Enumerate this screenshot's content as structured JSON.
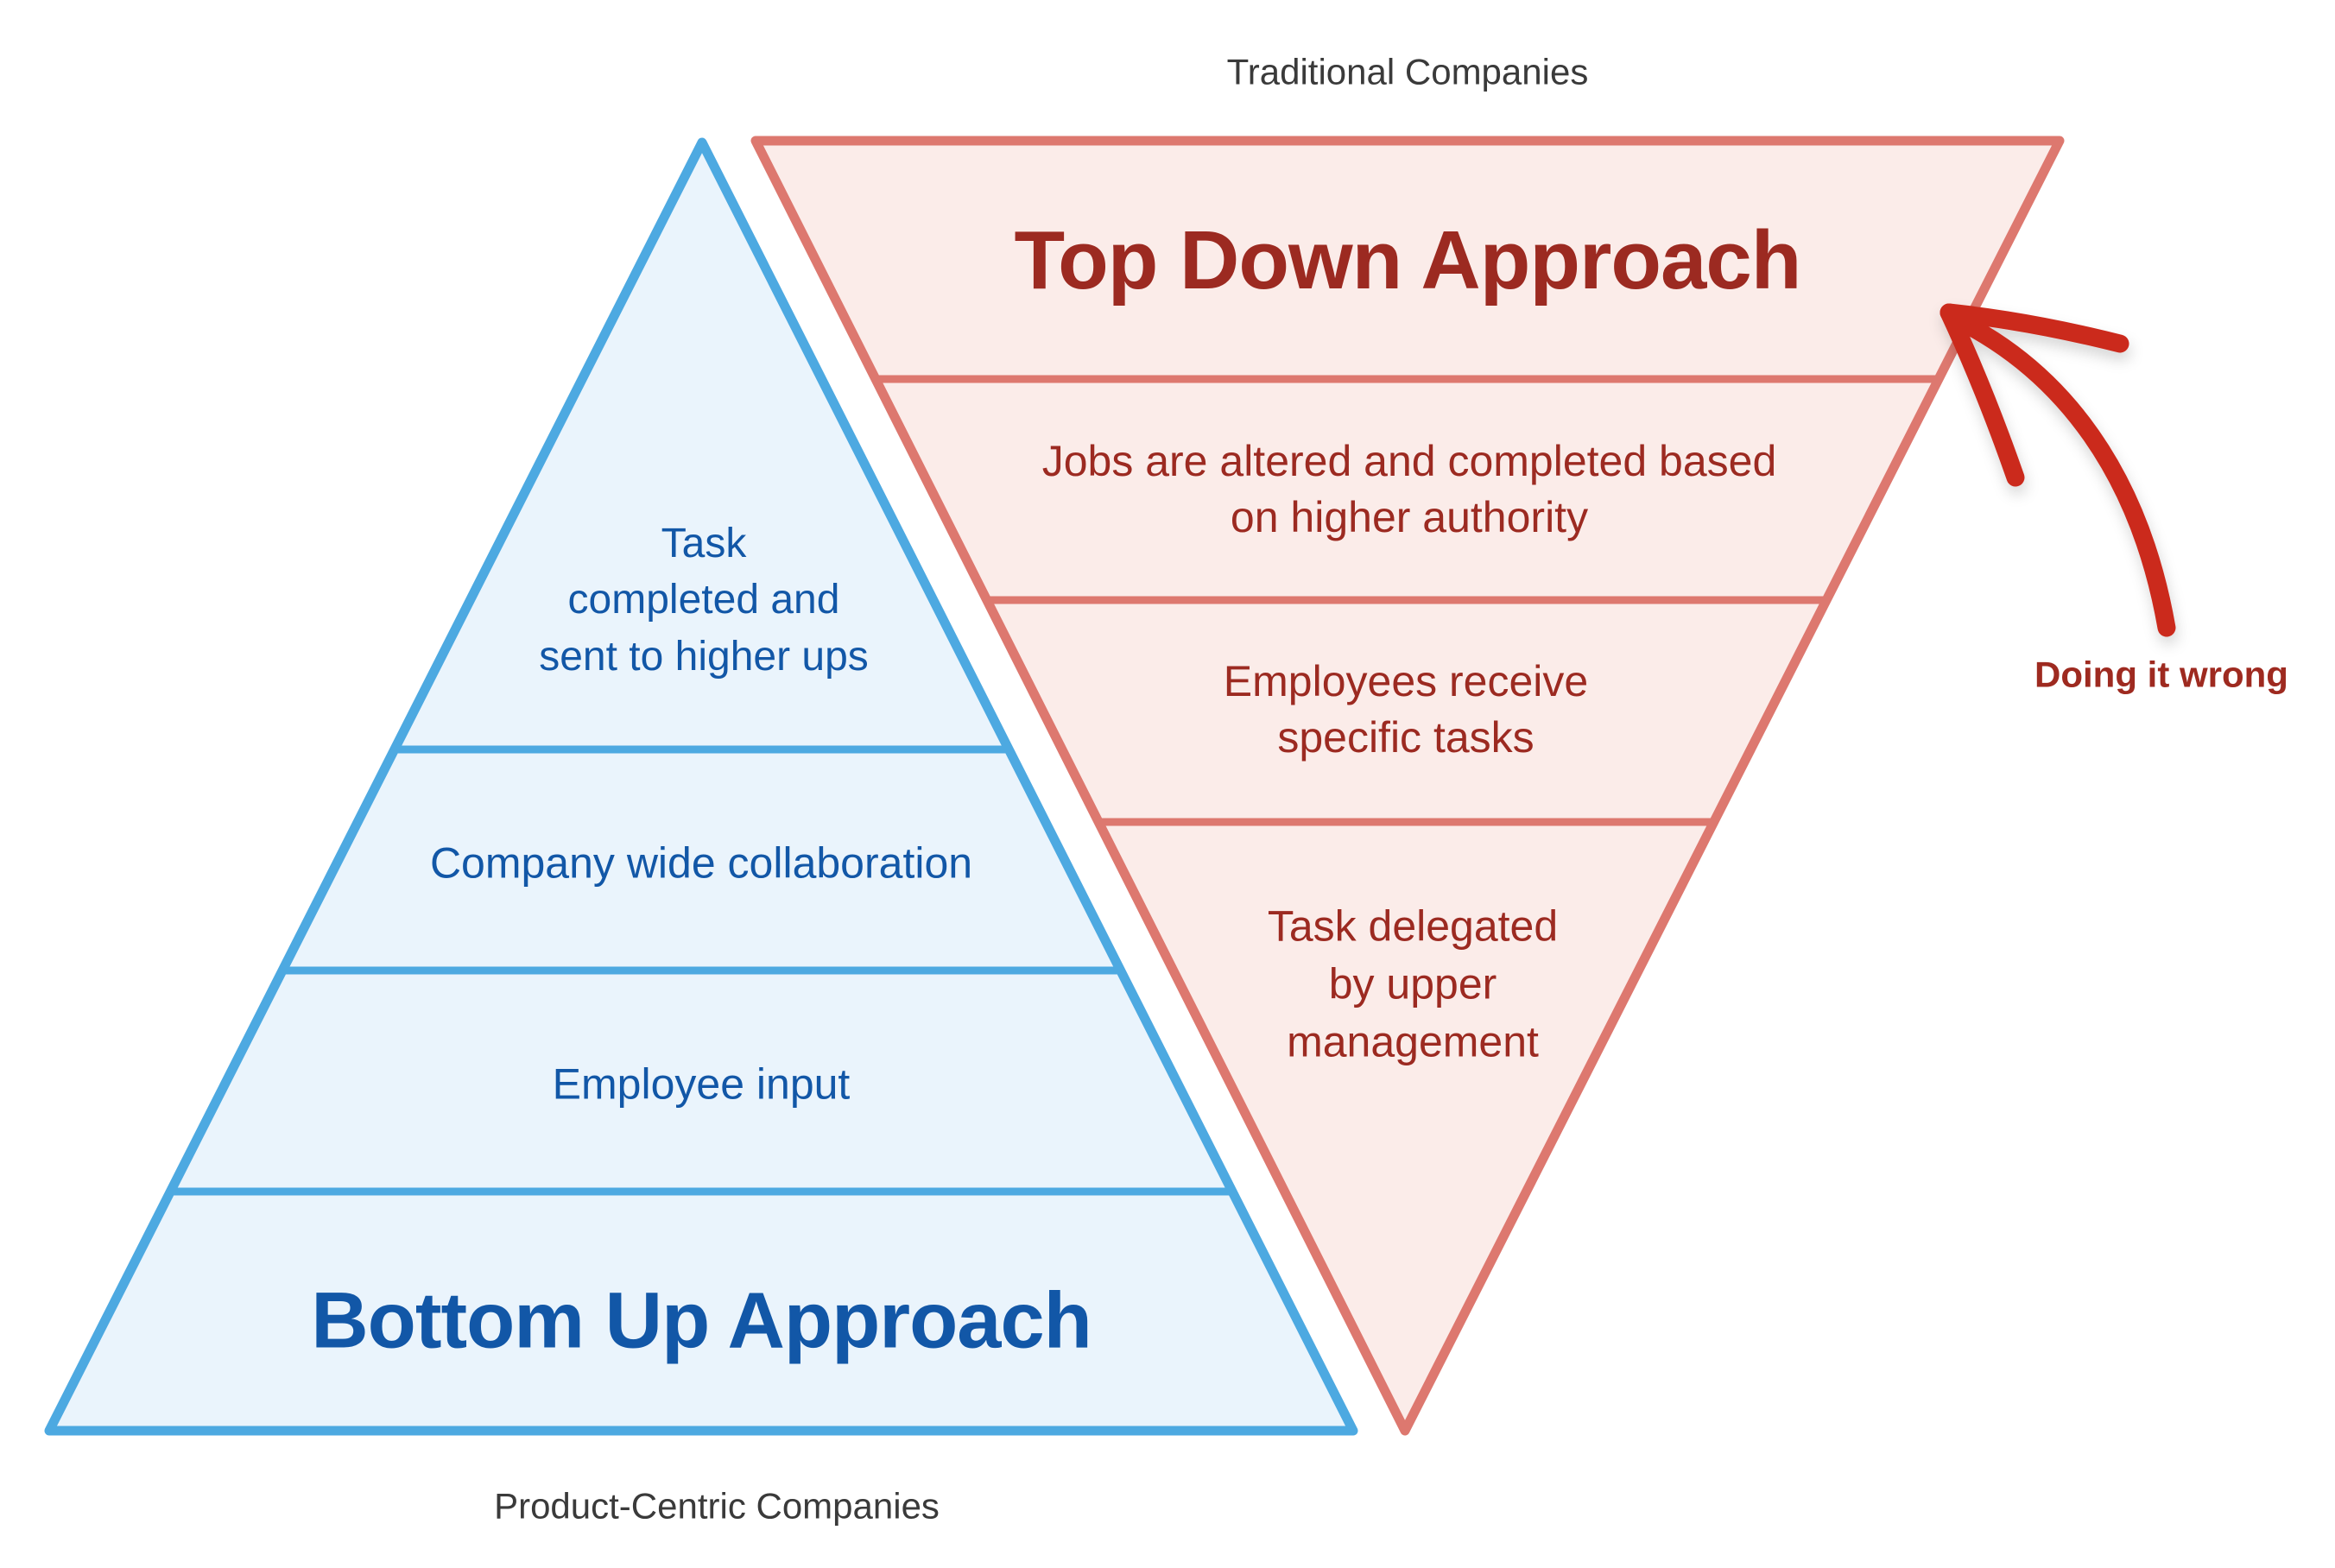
{
  "canvas": {
    "background": "#ffffff"
  },
  "colors": {
    "blue_stroke": "#4DA9E1",
    "blue_fill": "#EAF4FC",
    "blue_text": "#1257A7",
    "red_stroke": "#DD786F",
    "red_fill": "#FBECE9",
    "red_text": "#9C2A21",
    "arrow_red": "#CB2A1E",
    "label_gray": "#3A3A3A"
  },
  "top_label": {
    "text": "Traditional Companies"
  },
  "bottom_label": {
    "text": "Product-Centric Companies"
  },
  "annotation": {
    "text": "Doing it wrong"
  },
  "top_down_pyramid": {
    "type": "inverted-pyramid",
    "title": "Top Down Approach",
    "levels": [
      {
        "lines": [
          "Top Down Approach"
        ]
      },
      {
        "lines": [
          "Jobs are altered and completed based",
          "on higher authority"
        ]
      },
      {
        "lines": [
          "Employees receive",
          "specific tasks"
        ]
      },
      {
        "lines": [
          "Task delegated",
          "by upper",
          "management"
        ]
      }
    ]
  },
  "bottom_up_pyramid": {
    "type": "pyramid",
    "title": "Bottom Up Approach",
    "levels": [
      {
        "lines": [
          "Task",
          "completed and",
          "sent to higher ups"
        ]
      },
      {
        "lines": [
          "Company wide collaboration"
        ]
      },
      {
        "lines": [
          "Employee input"
        ]
      },
      {
        "lines": [
          "Bottom Up Approach"
        ]
      }
    ]
  }
}
